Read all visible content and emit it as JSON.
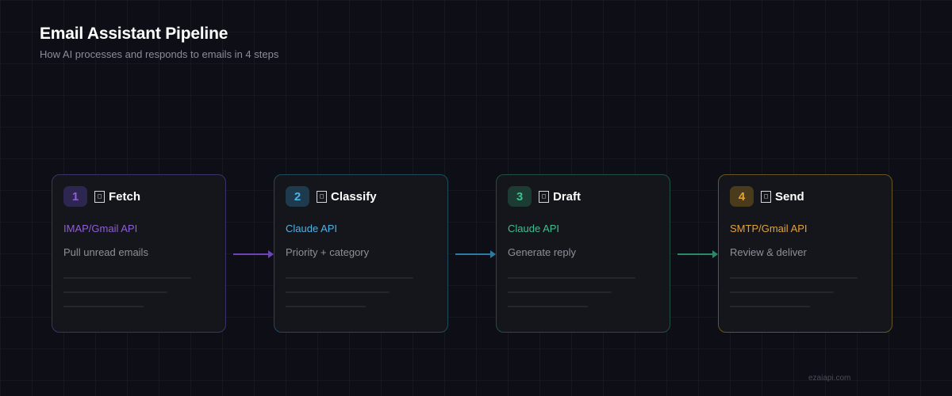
{
  "title": "Email Assistant Pipeline",
  "subtitle": "How AI processes and responds to emails in 4 steps",
  "steps": [
    {
      "number": "1",
      "icon": "□",
      "icon_name": "missing-glyph-icon",
      "title": "Fetch",
      "tech": "IMAP/Gmail API",
      "description": "Pull unread emails",
      "color": "#8e5fd4",
      "border": "#3d3268",
      "badge_bg": "#2d2650"
    },
    {
      "number": "2",
      "icon": "□",
      "icon_name": "missing-glyph-icon",
      "title": "Classify",
      "tech": "Claude API",
      "description": "Priority + category",
      "color": "#4fb1e4",
      "border": "#1f4a5e",
      "badge_bg": "#1e3a4d"
    },
    {
      "number": "3",
      "icon": "□",
      "icon_name": "missing-glyph-icon",
      "title": "Draft",
      "tech": "Claude API",
      "description": "Generate reply",
      "color": "#3fbf8e",
      "border": "#1f4f40",
      "badge_bg": "#1c3b32"
    },
    {
      "number": "4",
      "icon": "□",
      "icon_name": "missing-glyph-icon",
      "title": "Send",
      "tech": "SMTP/Gmail API",
      "description": "Review & deliver",
      "color": "#e2a23a",
      "border": "#6a5420",
      "badge_bg": "#4a3b1c"
    }
  ],
  "arrow_colors": [
    "#6b45b8",
    "#2b7ba3",
    "#2a8a66"
  ],
  "watermark": "ezaiapi.com"
}
